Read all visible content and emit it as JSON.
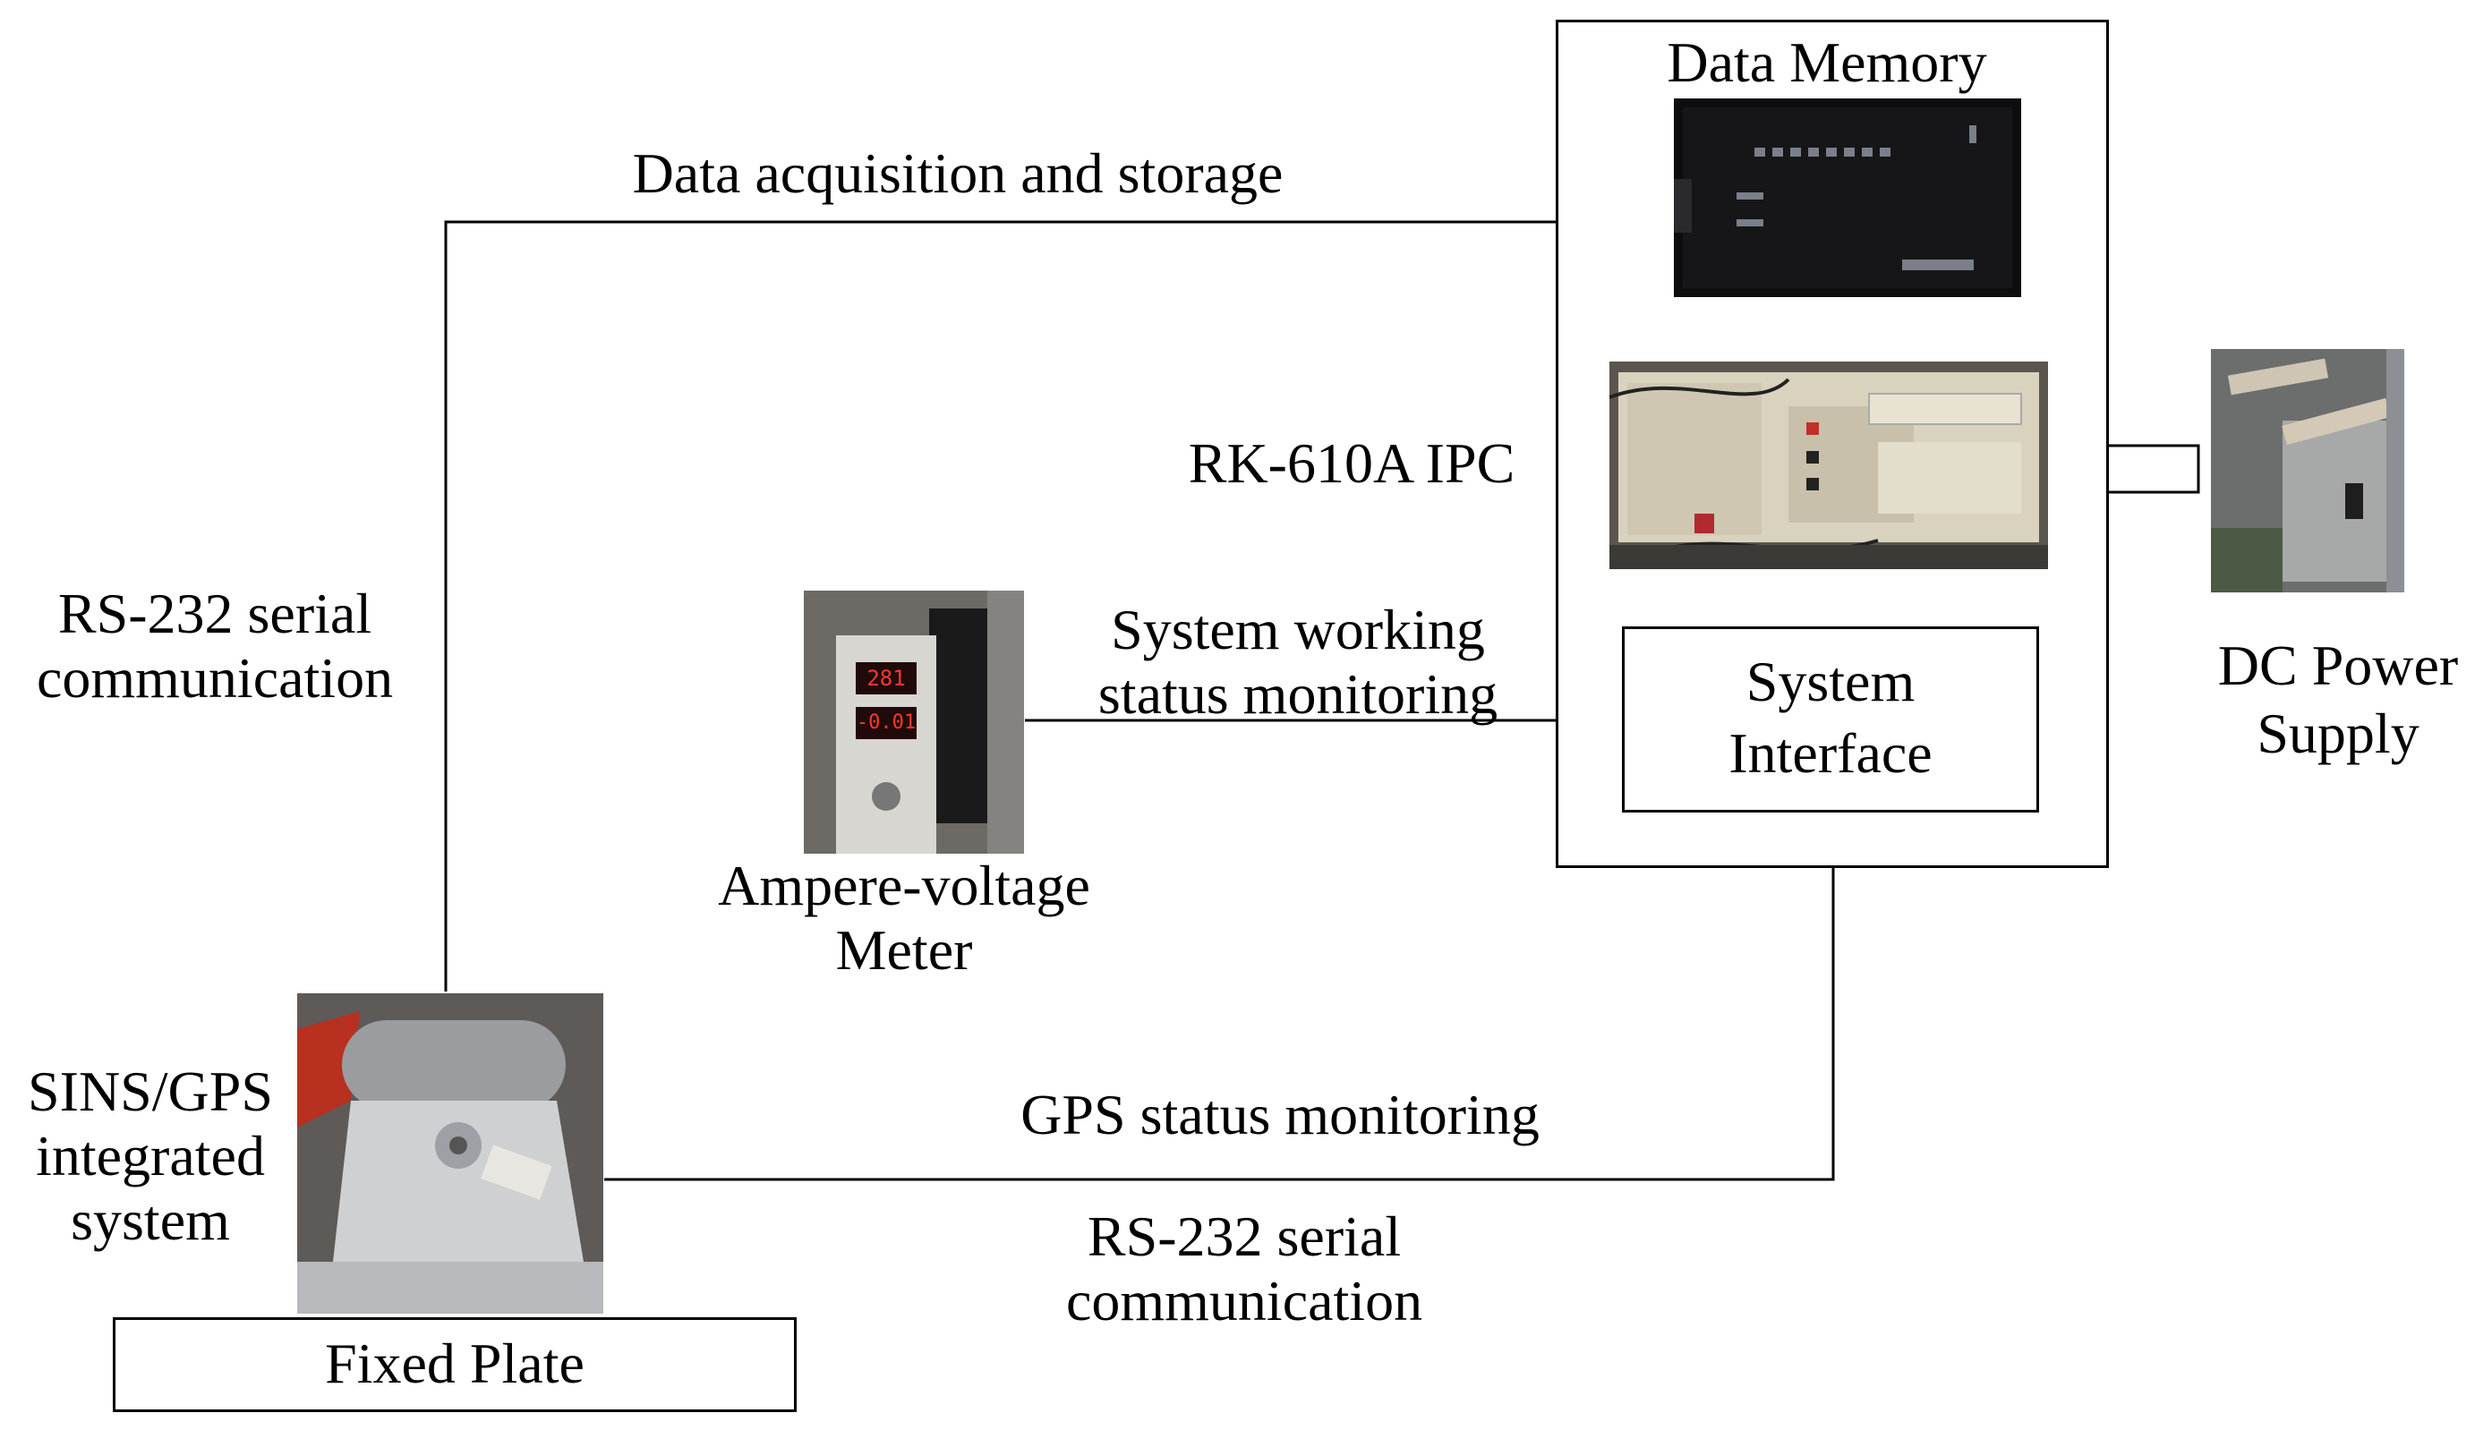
{
  "diagram": {
    "labels": {
      "data_memory": "Data Memory",
      "data_acquisition": "Data acquisition and storage",
      "ipc": "RK-610A IPC",
      "rs232_left_line1": "RS-232 serial",
      "rs232_left_line2": "communication",
      "system_working_line1": "System working",
      "system_working_line2": "status monitoring",
      "system_interface_line1": "System",
      "system_interface_line2": "Interface",
      "dc_power_line1": "DC Power",
      "dc_power_line2": "Supply",
      "ampere_line1": "Ampere-voltage",
      "ampere_line2": "Meter",
      "sins_line1": "SINS/GPS",
      "sins_line2": "integrated",
      "sins_line3": "system",
      "gps_status": "GPS status monitoring",
      "rs232_bottom_line1": "RS-232 serial",
      "rs232_bottom_line2": "communication",
      "fixed_plate": "Fixed Plate"
    },
    "meter_readouts": [
      "281",
      "-0.01"
    ]
  }
}
